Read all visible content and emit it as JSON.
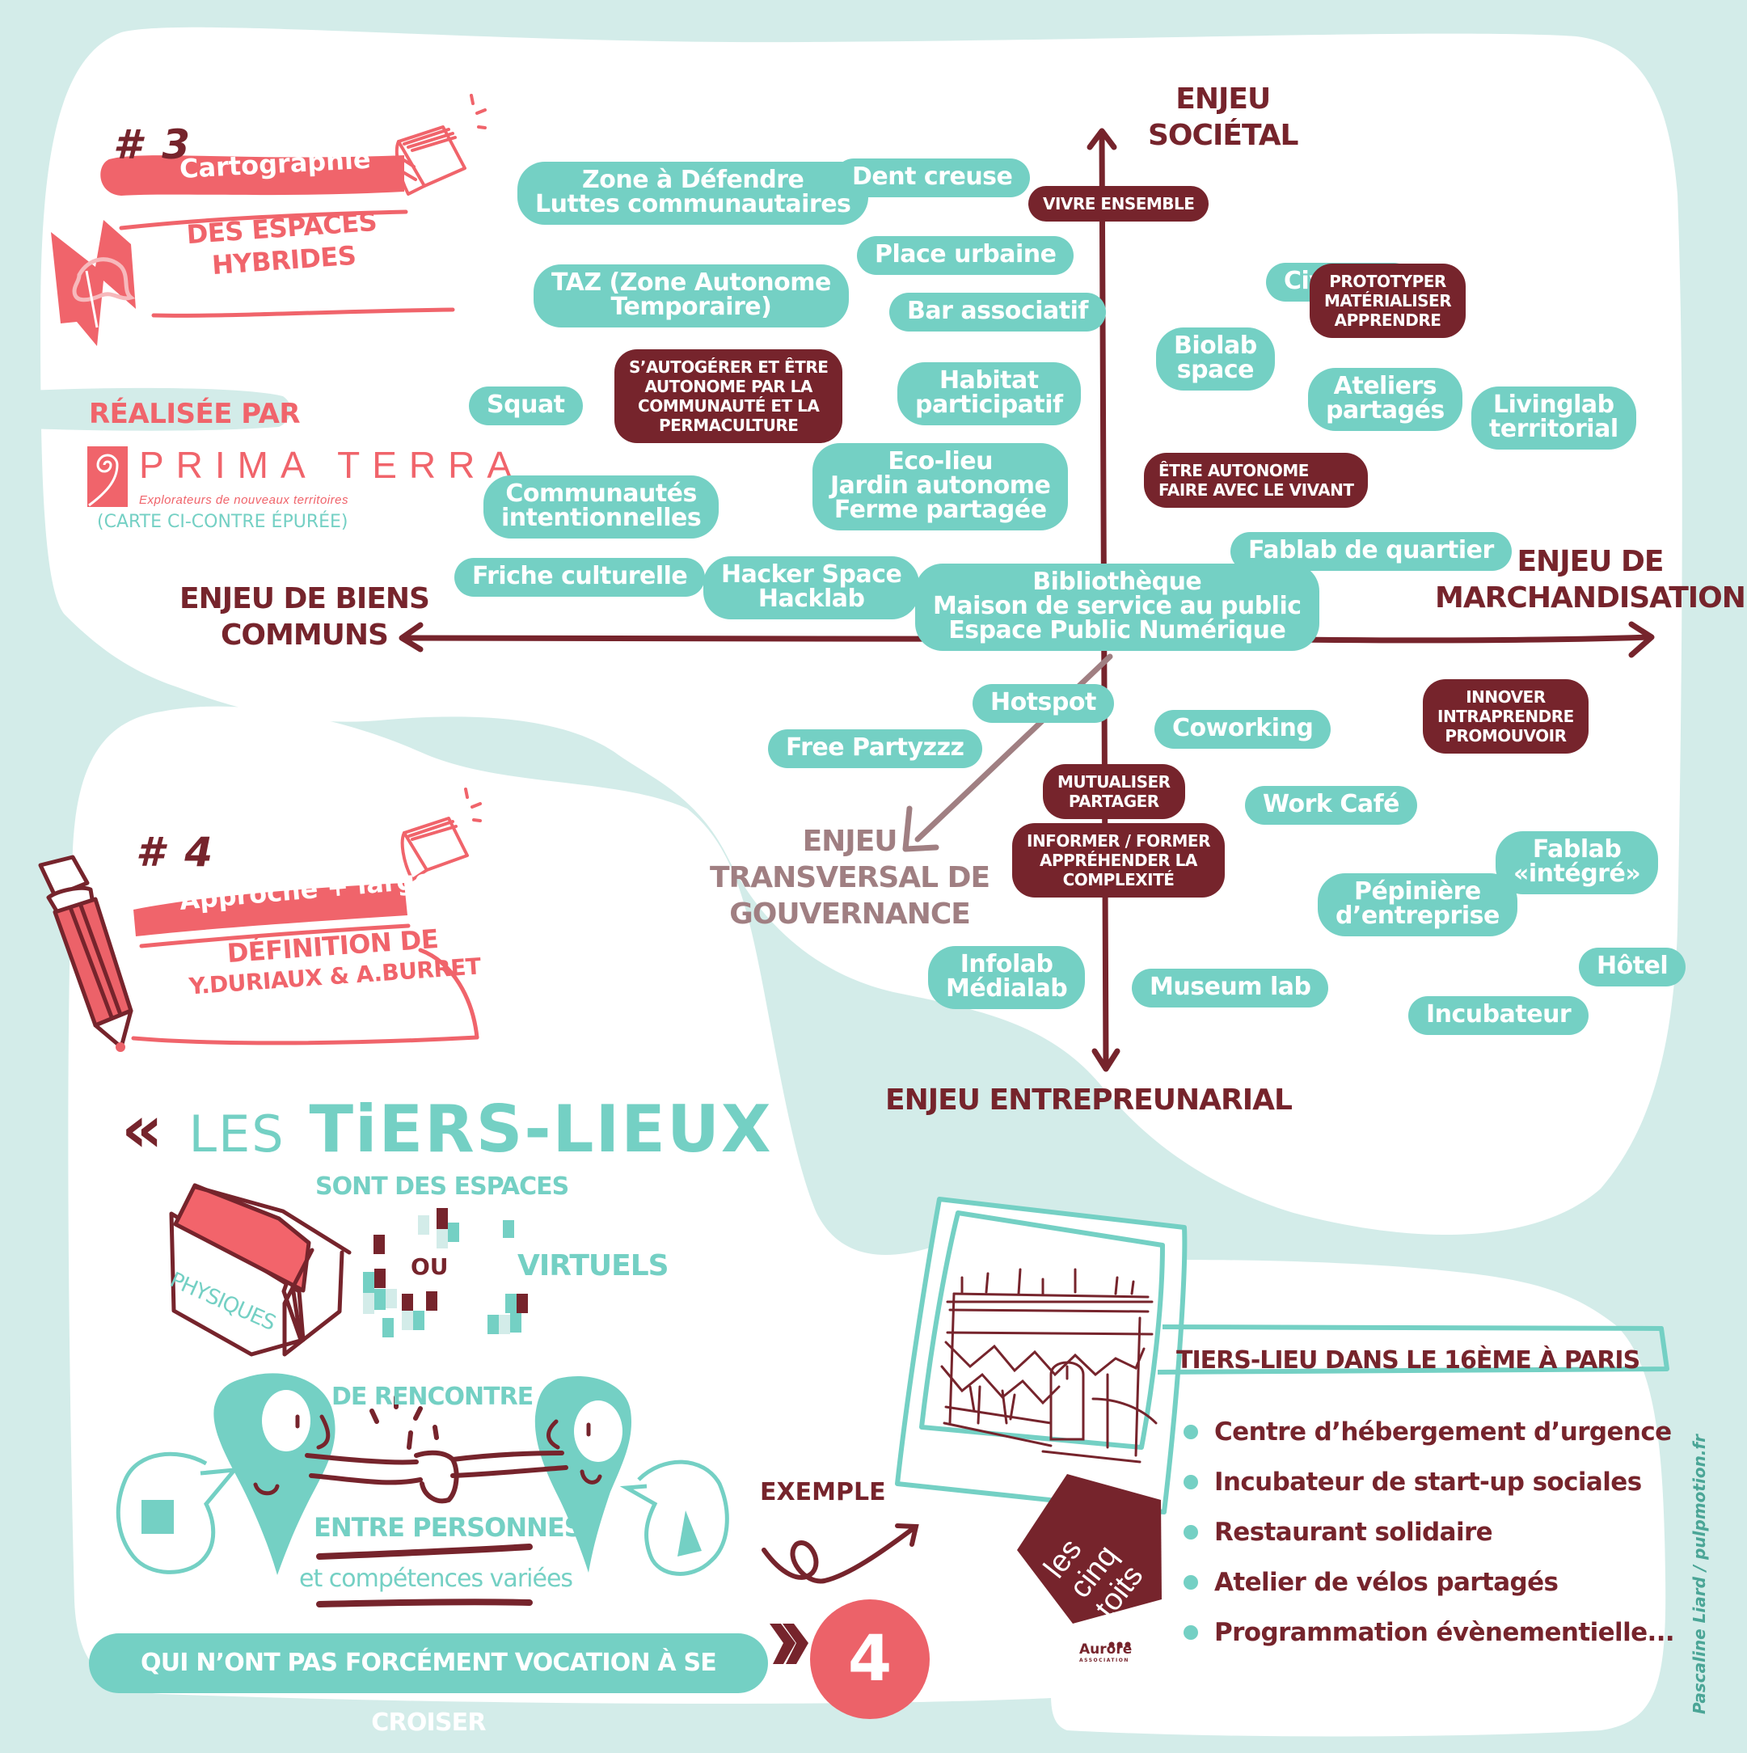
{
  "colors": {
    "background": "#d3ece9",
    "panel": "#ffffff",
    "teal": "#74d0c4",
    "maroon": "#76242c",
    "coral": "#f0646b",
    "grey_mauve": "#a07f82"
  },
  "section3": {
    "number": "# 3",
    "ribbon": "Cartographie",
    "subtitle": [
      "DES ESPACES",
      "HYBRIDES"
    ],
    "icons": [
      "map-icon",
      "book-icon"
    ],
    "realisee_par": "RÉALISÉE PAR",
    "org_name": "PRIMA TERRA",
    "org_tagline": "Explorateurs de nouveaux territoires",
    "note": "(CARTE CI-CONTRE ÉPURÉE)"
  },
  "map": {
    "axes": {
      "top": [
        "ENJEU",
        "SOCIÉTAL"
      ],
      "right": [
        "ENJEU DE",
        "MARCHANDISATION"
      ],
      "bottom": [
        "ENJEU ENTREPREUNARIAL"
      ],
      "left": [
        "ENJEU DE BIENS",
        "COMMUNS"
      ],
      "diagonal": [
        "ENJEU",
        "TRANSVERSAL DE",
        "GOUVERNANCE"
      ]
    },
    "spaces": [
      {
        "lines": [
          "Zone à Défendre",
          "Luttes communautaires"
        ]
      },
      {
        "lines": [
          "Dent creuse"
        ]
      },
      {
        "lines": [
          "Place urbaine"
        ]
      },
      {
        "lines": [
          "TAZ (Zone Autonome",
          "Temporaire)"
        ]
      },
      {
        "lines": [
          "Bar associatif"
        ]
      },
      {
        "lines": [
          "Squat"
        ]
      },
      {
        "lines": [
          "Habitat",
          "participatif"
        ]
      },
      {
        "lines": [
          "Communautés",
          "intentionnelles"
        ]
      },
      {
        "lines": [
          "Eco-lieu",
          "Jardin autonome",
          "Ferme partagée"
        ]
      },
      {
        "lines": [
          "Friche culturelle"
        ]
      },
      {
        "lines": [
          "Hacker Space",
          "Hacklab"
        ]
      },
      {
        "lines": [
          "Bibliothèque",
          "Maison de service au public",
          "Espace Public Numérique"
        ]
      },
      {
        "lines": [
          "Civic lab"
        ]
      },
      {
        "lines": [
          "Biolab",
          "space"
        ]
      },
      {
        "lines": [
          "Ateliers",
          "partagés"
        ]
      },
      {
        "lines": [
          "Livinglab",
          "territorial"
        ]
      },
      {
        "lines": [
          "Fablab de quartier"
        ]
      },
      {
        "lines": [
          "Hotspot"
        ]
      },
      {
        "lines": [
          "Free Partyzzz"
        ]
      },
      {
        "lines": [
          "Coworking"
        ]
      },
      {
        "lines": [
          "Work Café"
        ]
      },
      {
        "lines": [
          "Fablab",
          "«intégré»"
        ]
      },
      {
        "lines": [
          "Pépinière",
          "d’entreprise"
        ]
      },
      {
        "lines": [
          "Infolab",
          "Médialab"
        ]
      },
      {
        "lines": [
          "Museum lab"
        ]
      },
      {
        "lines": [
          "Hôtel"
        ]
      },
      {
        "lines": [
          "Incubateur"
        ]
      }
    ],
    "goals": [
      {
        "lines": [
          "VIVRE ENSEMBLE"
        ]
      },
      {
        "lines": [
          "S’AUTOGÉRER ET ÊTRE",
          "AUTONOME PAR LA",
          "COMMUNAUTÉ ET LA",
          "PERMACULTURE"
        ]
      },
      {
        "lines": [
          "PROTOTYPER",
          "MATÉRIALISER",
          "APPRENDRE"
        ]
      },
      {
        "lines": [
          "ÊTRE AUTONOME",
          "FAIRE AVEC LE VIVANT"
        ]
      },
      {
        "lines": [
          "INNOVER",
          "INTRAPRENDRE",
          "PROMOUVOIR"
        ]
      },
      {
        "lines": [
          "MUTUALISER",
          "PARTAGER"
        ]
      },
      {
        "lines": [
          "INFORMER / FORMER",
          "APPRÉHENDER LA",
          "COMPLEXITÉ"
        ]
      }
    ]
  },
  "section4": {
    "number": "# 4",
    "ribbon": "Approche + large",
    "subtitle": [
      "DÉFINITION DE",
      "Y.DURIAUX & A.BURRET"
    ],
    "icons": [
      "pencil-icon",
      "book-icon"
    ],
    "quote_open": "«",
    "title_les": "LES",
    "title_main": "TiERS-LIEUX",
    "line1": "SONT DES ESPACES",
    "physiques": "PHYSIQUES",
    "ou": "OU",
    "virtuels": "VIRTUELS",
    "de_rencontre": "DE RENCONTRE",
    "entre_personnes": "ENTRE PERSONNES",
    "competences": "et compétences variées",
    "cta": "QUI N’ONT PAS FORCÉMENT VOCATION À SE CROISER",
    "quote_close": "»",
    "badge": "4",
    "exemple": "EXEMPLE"
  },
  "example": {
    "title": "TIERS-LIEU DANS LE 16ÈME À PARIS",
    "badge_lines": [
      "les",
      "cinq",
      "toits"
    ],
    "partner": "Aurore",
    "partner_sub": "ASSOCIATION",
    "items": [
      "Centre d’hébergement d’urgence",
      "Incubateur de start-up sociales",
      "Restaurant solidaire",
      "Atelier de vélos partagés",
      "Programmation évènementielle..."
    ]
  },
  "credit": "Pascaline Liard / pulpmotion.fr"
}
